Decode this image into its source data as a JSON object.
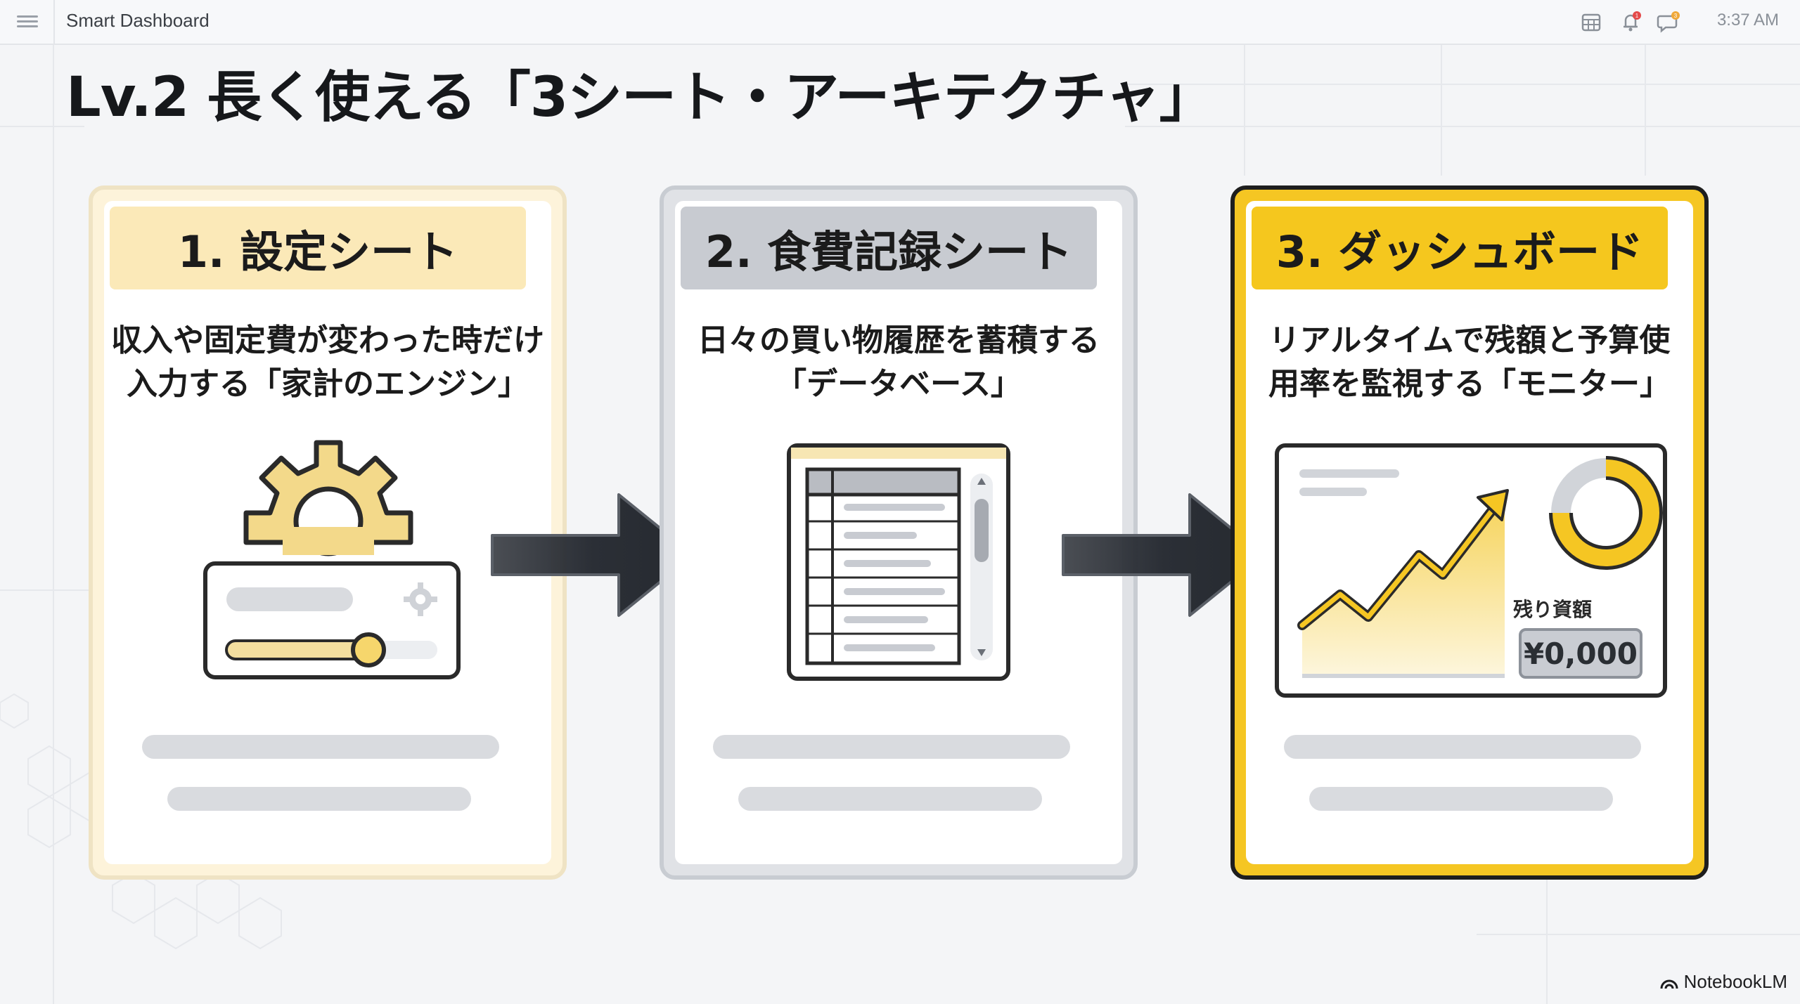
{
  "app": {
    "title": "Smart Dashboard",
    "time": "3:37 AM"
  },
  "icons": {
    "menu": "hamburger-menu-icon",
    "calendar": "calendar-grid-icon",
    "bell": "bell-icon",
    "chat": "chat-bubble-icon"
  },
  "notifications": {
    "bell_badge": "1",
    "chat_badge": "3"
  },
  "slide": {
    "title": "Lv.2  長く使える「3シート・アーキテクチャ」",
    "cards": [
      {
        "header": "1. 設定シート",
        "desc_line1": "収入や固定費が変わった時だけ",
        "desc_line2": "入力する「家計のエンジン」"
      },
      {
        "header": "2. 食費記録シート",
        "desc_line1": "日々の買い物履歴を蓄積する",
        "desc_line2": "「データベース」"
      },
      {
        "header": "3. ダッシュボード",
        "desc_line1": "リアルタイムで残額と予算使",
        "desc_line2": "用率を監視する「モニター」",
        "remaining_label": "残り資額",
        "remaining_amount": "¥0,000"
      }
    ]
  },
  "brand": {
    "name": "NotebookLM"
  },
  "colors": {
    "accent_yellow": "#f5c623",
    "cream": "#fdf3da",
    "gray": "#c8cbd1",
    "dark_arrow": "#2b2f36"
  }
}
